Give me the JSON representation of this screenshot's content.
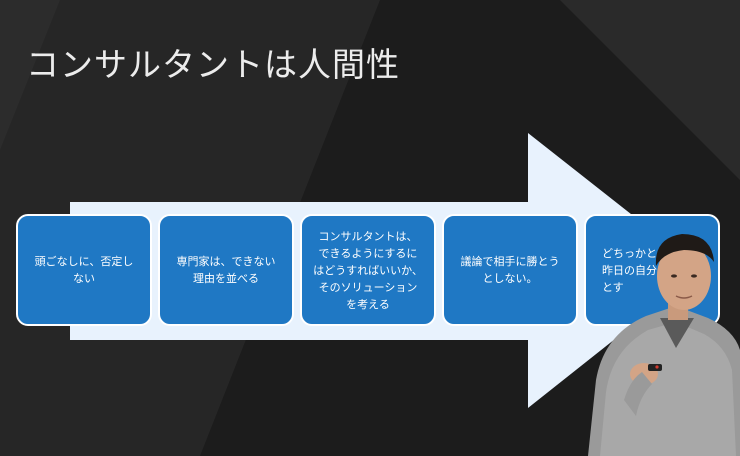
{
  "slide": {
    "title": "コンサルタントは人間性",
    "steps": [
      {
        "text": "頭ごなしに、否定し\nない"
      },
      {
        "text": "専門家は、できない\n理由を並べる"
      },
      {
        "text": "コンサルタントは、\nできるようにするに\nはどうすればいいか、\nそのソリューション\nを考える"
      },
      {
        "text": "議論で相手に勝とう\nとしない。"
      },
      {
        "text": "どちっかと\n昨日の自分\nとす"
      }
    ]
  },
  "colors": {
    "background": "#1c1c1c",
    "arrow": "#e8f2fd",
    "box": "#1f78c4",
    "box_border": "#ffffff",
    "title": "#ececec"
  },
  "presenter": {
    "visible": true
  }
}
